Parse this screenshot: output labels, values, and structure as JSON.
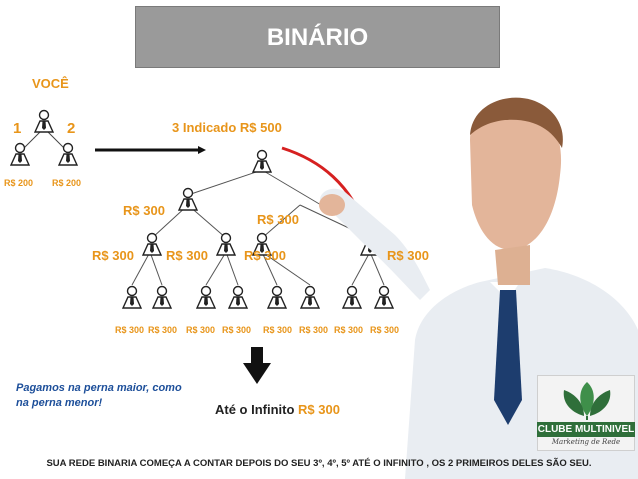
{
  "title": "BINÁRIO",
  "voce": "VOCÊ",
  "left_tree": {
    "label_left": "1",
    "label_right": "2",
    "value_left": "R$ 200",
    "value_right": "R$ 200"
  },
  "indicado": "3 Indicado  R$ 500",
  "level1": [
    "R$ 300",
    "R$ 300"
  ],
  "level2": [
    "R$ 300",
    "R$ 300",
    "R$ 300",
    "R$ 300"
  ],
  "level3": [
    "R$ 300",
    "R$ 300",
    "R$ 300",
    "R$ 300",
    "R$ 300",
    "R$ 300",
    "R$ 300",
    "R$ 300"
  ],
  "note": {
    "line1": "Pagamos  na perna maior,  como",
    "line2": "na perna menor!"
  },
  "infinito": {
    "label": "Até o Infinito ",
    "value": "R$ 300"
  },
  "footer": "SUA REDE BINARIA COMEÇA  A CONTAR DEPOIS DO  SEU 3º,  4º, 5º ATÉ  O INFINITO , OS 2 PRIMEIROS DELES SÃO SEU.",
  "logo": {
    "title": "CLUBE MULTINIVEL",
    "subtitle": "Marketing de Rede"
  },
  "colors": {
    "accent": "#e8951a",
    "title_bg": "#9a9a9a",
    "note": "#1d4f9a",
    "arrow_red": "#d62020",
    "logo_green": "#2f6f3a"
  }
}
